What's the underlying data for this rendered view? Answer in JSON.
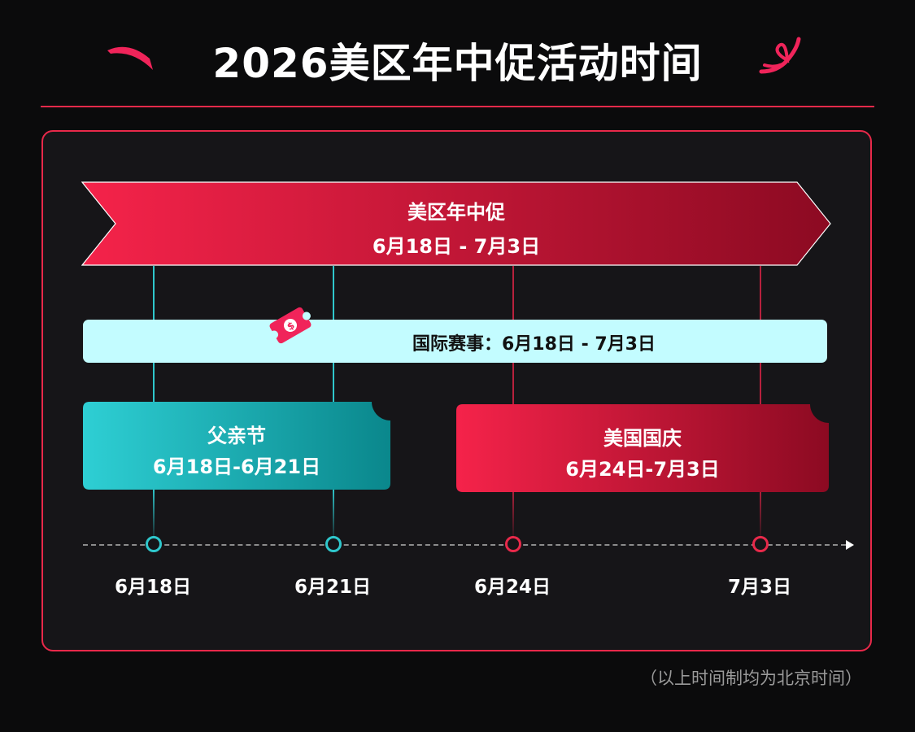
{
  "title": "2026美区年中促活动时间",
  "main_event": {
    "name": "美区年中促",
    "dates": "6月18日 - 7月3日"
  },
  "global_event": {
    "label": "国际赛事：6月18日 - 7月3日"
  },
  "cards": [
    {
      "name": "父亲节",
      "dates": "6月18日-6月21日",
      "color": "#1fb6bb"
    },
    {
      "name": "美国国庆",
      "dates": "6月24日-7月3日",
      "color": "#e0203f"
    }
  ],
  "timeline": [
    {
      "label": "6月18日",
      "color": "#2fc7cc"
    },
    {
      "label": "6月21日",
      "color": "#2fc7cc"
    },
    {
      "label": "6月24日",
      "color": "#e8294a"
    },
    {
      "label": "7月3日",
      "color": "#e8294a"
    }
  ],
  "footnote": "（以上时间制均为北京时间）",
  "colors": {
    "accent_red": "#e8294a",
    "accent_cyan": "#2fc7cc",
    "light_cyan": "#c3fcff",
    "background": "#0b0b0c"
  },
  "icons": [
    "swoosh-left-icon",
    "ribbon-right-icon",
    "ticket-icon"
  ]
}
